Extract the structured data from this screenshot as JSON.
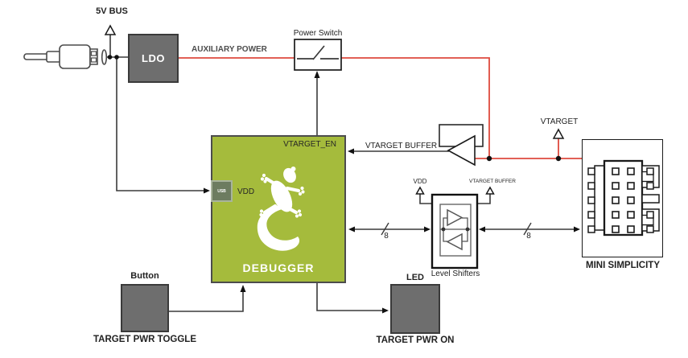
{
  "colors": {
    "block_gray": "#6e6e6e",
    "debugger_green": "#a5bb3c",
    "power_red": "#de4a3e",
    "wire_dark": "#3a3a3a",
    "usb_box_fill": "#6d7c60",
    "led_core": "#c2d44d"
  },
  "power": {
    "bus_label": "5V BUS",
    "ldo_label": "LDO",
    "aux_label": "AUXILIARY POWER",
    "switch_label": "Power Switch"
  },
  "debugger": {
    "title": "DEBUGGER",
    "vtarget_en": "VTARGET_EN",
    "usb": "USB",
    "vdd": "VDD"
  },
  "buffer": {
    "label": "VTARGET BUFFER"
  },
  "vtarget": {
    "label": "VTARGET"
  },
  "level_shifters": {
    "label": "Level Shifters",
    "vdd": "VDD",
    "vtarget_buffer": "VTARGET BUFFER",
    "bus_width_left": "8",
    "bus_width_right": "8"
  },
  "mini_simplicity": {
    "label": "MINI SIMPLICITY"
  },
  "button": {
    "label": "Button",
    "caption": "TARGET PWR TOGGLE"
  },
  "led": {
    "label": "LED",
    "caption": "TARGET PWR ON"
  }
}
